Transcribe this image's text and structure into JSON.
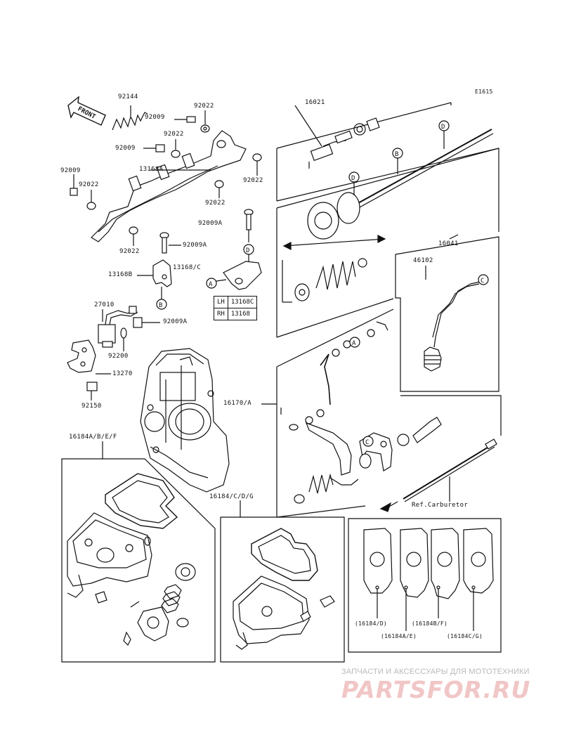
{
  "diagram_id": "E1615",
  "front_label": "FRONT",
  "parts": {
    "p92144": "92144",
    "p92009_a": "92009",
    "p92022_a": "92022",
    "p92022_b": "92022",
    "p92009_b": "92009",
    "p92022_c": "92022",
    "p92009_c": "92009",
    "p92022_d": "92022",
    "p13168a": "13168A",
    "p92022_e": "92022",
    "p92009a_a": "92009A",
    "p92022_f": "92022",
    "p92009a_b": "92009A",
    "p13168b": "13168B",
    "p13168c": "13168/C",
    "p27010": "27010",
    "p92009a_c": "92009A",
    "p92200": "92200",
    "p13270": "13270",
    "p92150": "92150",
    "p16021": "16021",
    "p16041": "16041",
    "p46102": "46102",
    "p16170a": "16170/A",
    "p16184abef": "16184A/B/E/F",
    "p16184cdg": "16184/C/D/G",
    "ref_carburetor": "Ref.Carburetor",
    "v16184d": "(16184/D)",
    "v16184ae": "(16184A/E)",
    "v16184bf": "(16184B/F)",
    "v16184cg": "(16184C/G)"
  },
  "callouts": {
    "a": "A",
    "b": "B",
    "c": "C",
    "d": "D"
  },
  "lr_table": [
    {
      "side": "LH",
      "part": "13168C"
    },
    {
      "side": "RH",
      "part": "13168"
    }
  ],
  "watermark": {
    "tagline": "ЗАПЧАСТИ И АКСЕССУАРЫ ДЛЯ МОТОТЕХНИКИ",
    "logo": "PARTSFOR.RU",
    "colors": {
      "tagline": "#b9b9b9",
      "logo": "#f1c6c6"
    }
  }
}
